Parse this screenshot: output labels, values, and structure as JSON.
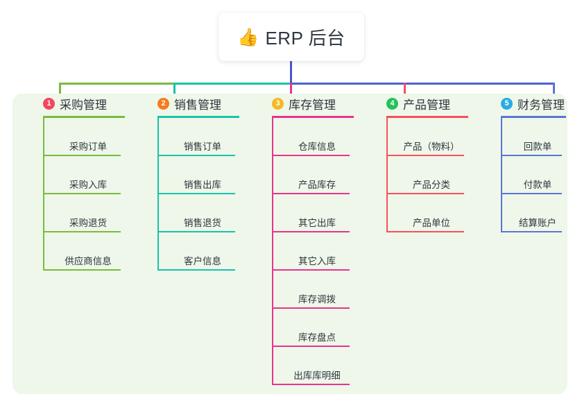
{
  "root": {
    "icon": "thumbs-up-icon",
    "emoji": "👍",
    "title": "ERP 后台"
  },
  "palette": {
    "panel_bg": "#eef7e9",
    "page_bg": "#ffffff",
    "text": "#2f3640",
    "root_stem": "#4755cc",
    "trunk_blue": "#4f5fd0",
    "green": "#79bb3f",
    "teal": "#17c3ac",
    "pink": "#e8338f",
    "red": "#f5505e",
    "blue": "#5874d8"
  },
  "columns": [
    {
      "index": "1",
      "title": "采购管理",
      "badge_label": "1",
      "badge_color": "#f5455c",
      "line_color": "#79bb3f",
      "drop_color": "#79bb3f",
      "items": [
        {
          "label": "采购订单"
        },
        {
          "label": "采购入库"
        },
        {
          "label": "采购退货"
        },
        {
          "label": "供应商信息"
        }
      ]
    },
    {
      "index": "2",
      "title": "销售管理",
      "badge_label": "2",
      "badge_color": "#f57c20",
      "line_color": "#17c3ac",
      "drop_color": "#17c3ac",
      "items": [
        {
          "label": "销售订单"
        },
        {
          "label": "销售出库"
        },
        {
          "label": "销售退货"
        },
        {
          "label": "客户信息"
        }
      ]
    },
    {
      "index": "3",
      "title": "库存管理",
      "badge_label": "3",
      "badge_color": "#f5b921",
      "line_color": "#e8338f",
      "drop_color": "#e8338f",
      "items": [
        {
          "label": "仓库信息"
        },
        {
          "label": "产品库存"
        },
        {
          "label": "其它出库"
        },
        {
          "label": "其它入库"
        },
        {
          "label": "库存调拨"
        },
        {
          "label": "库存盘点"
        },
        {
          "label": "出库库明细"
        }
      ]
    },
    {
      "index": "4",
      "title": "产品管理",
      "badge_label": "4",
      "badge_color": "#22c25a",
      "line_color": "#f5505e",
      "drop_color": "#f5505e",
      "items": [
        {
          "label": "产品（物料）"
        },
        {
          "label": "产品分类"
        },
        {
          "label": "产品单位"
        }
      ]
    },
    {
      "index": "5",
      "title": "财务管理",
      "badge_label": "5",
      "badge_color": "#29abe2",
      "line_color": "#5874d8",
      "drop_color": "#5874d8",
      "items": [
        {
          "label": "回款单"
        },
        {
          "label": "付款单"
        },
        {
          "label": "结算账户"
        }
      ]
    }
  ]
}
